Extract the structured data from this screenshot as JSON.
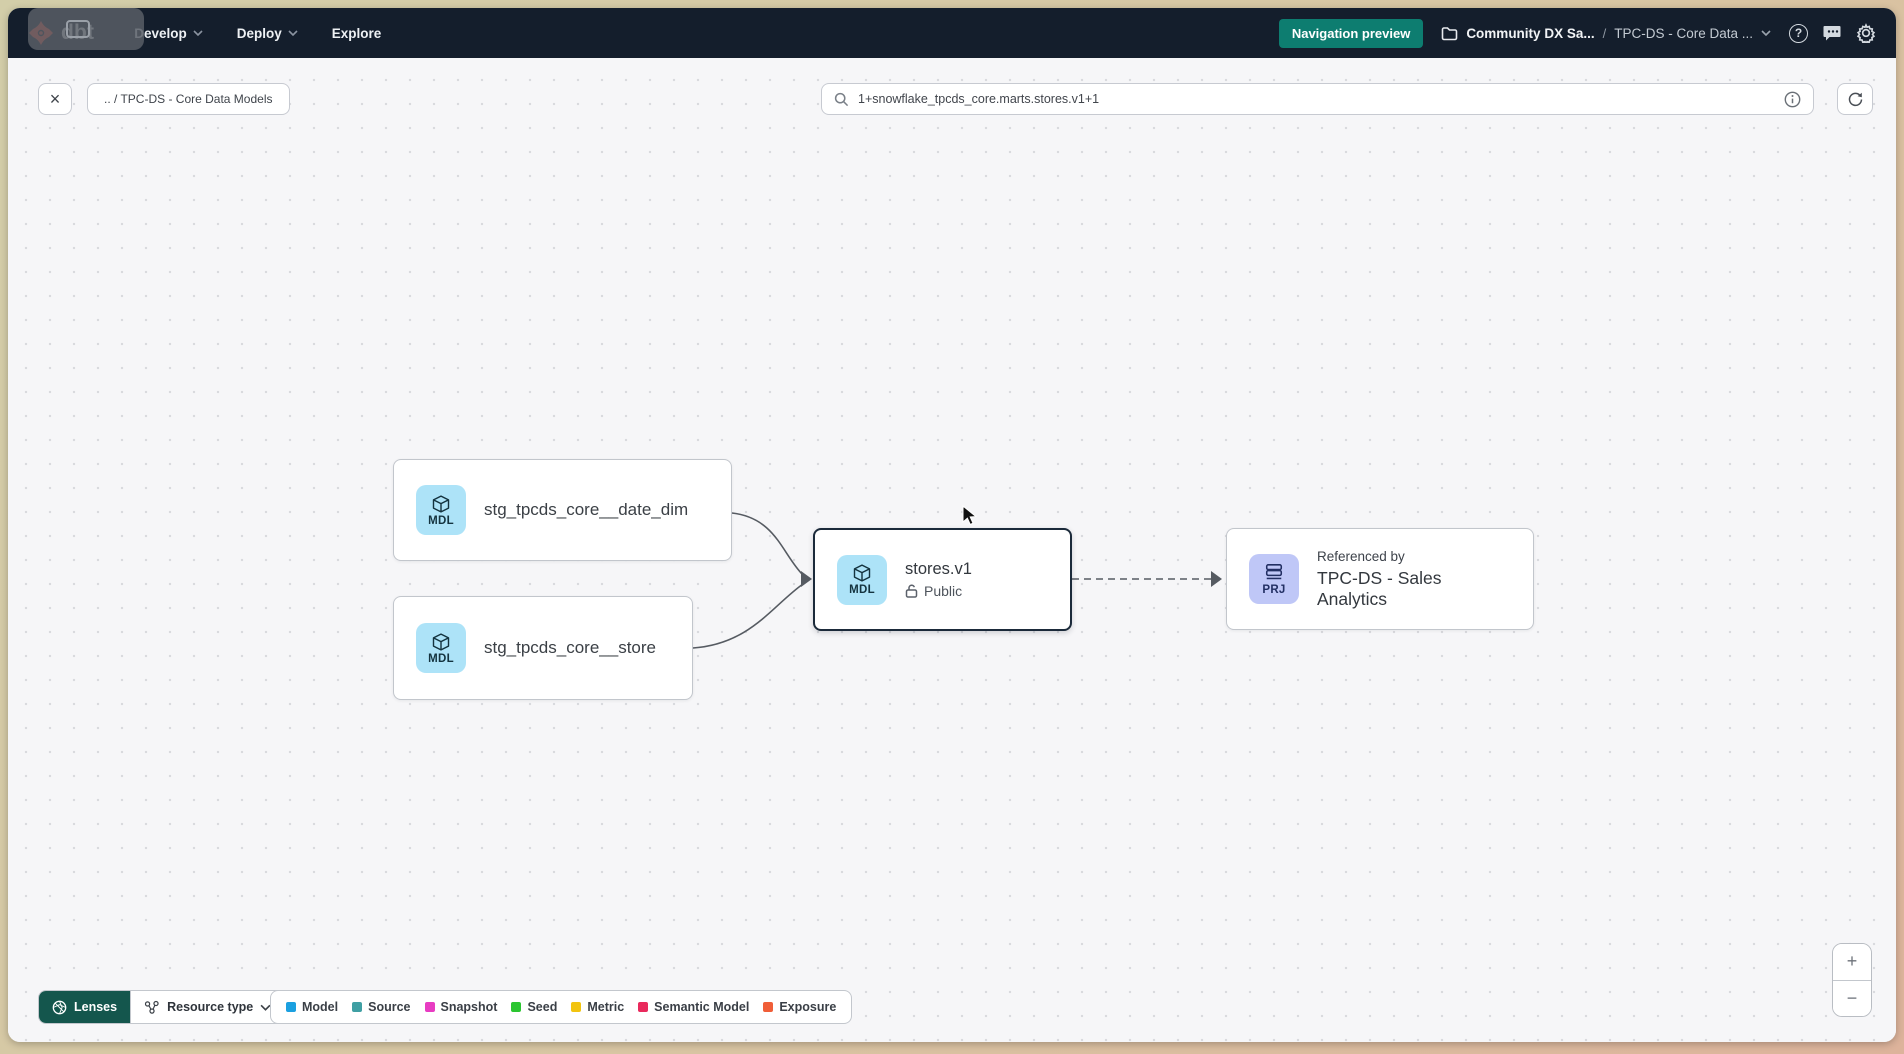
{
  "navbar": {
    "logo_text": "dbt",
    "menu": [
      {
        "label": "Develop"
      },
      {
        "label": "Deploy"
      },
      {
        "label": "Explore"
      }
    ],
    "preview_button_label": "Navigation preview",
    "breadcrumb": {
      "project": "Community DX Sa...",
      "separator": "/",
      "page": "TPC-DS - Core Data ..."
    }
  },
  "toolbar": {
    "close_glyph": "×",
    "path_chip": ".. / TPC-DS - Core Data Models",
    "search": {
      "value": "1+snowflake_tpcds_core.marts.stores.v1+1"
    }
  },
  "graph": {
    "nodes": [
      {
        "badge": "MDL",
        "label": "stg_tpcds_core__date_dim"
      },
      {
        "badge": "MDL",
        "label": "stg_tpcds_core__store"
      },
      {
        "badge": "MDL",
        "label": "stores.v1",
        "access": "Public",
        "selected": true
      },
      {
        "badge": "PRJ",
        "sublabel": "Referenced by",
        "label": "TPC-DS - Sales Analytics"
      }
    ]
  },
  "footer": {
    "lenses_label": "Lenses",
    "resource_type_label": "Resource type",
    "legend": [
      {
        "label": "Model",
        "color": "#1ba0e0"
      },
      {
        "label": "Source",
        "color": "#3f9fa3"
      },
      {
        "label": "Snapshot",
        "color": "#e83cc2"
      },
      {
        "label": "Seed",
        "color": "#2bc531"
      },
      {
        "label": "Metric",
        "color": "#f2c40f"
      },
      {
        "label": "Semantic Model",
        "color": "#e9295c"
      },
      {
        "label": "Exposure",
        "color": "#f05e38"
      }
    ]
  },
  "zoom_controls": {
    "zoom_in": "+",
    "zoom_out": "−"
  },
  "colors": {
    "navbar_bg": "#141e2c",
    "accent_teal": "#0d7d70",
    "lenses_teal": "#14564d",
    "brand_orange": "#ff4f38",
    "mdl_badge_bg": "#ade3f8",
    "prj_badge_bg": "#bfc7f7",
    "selected_border": "#1b2a3a"
  }
}
